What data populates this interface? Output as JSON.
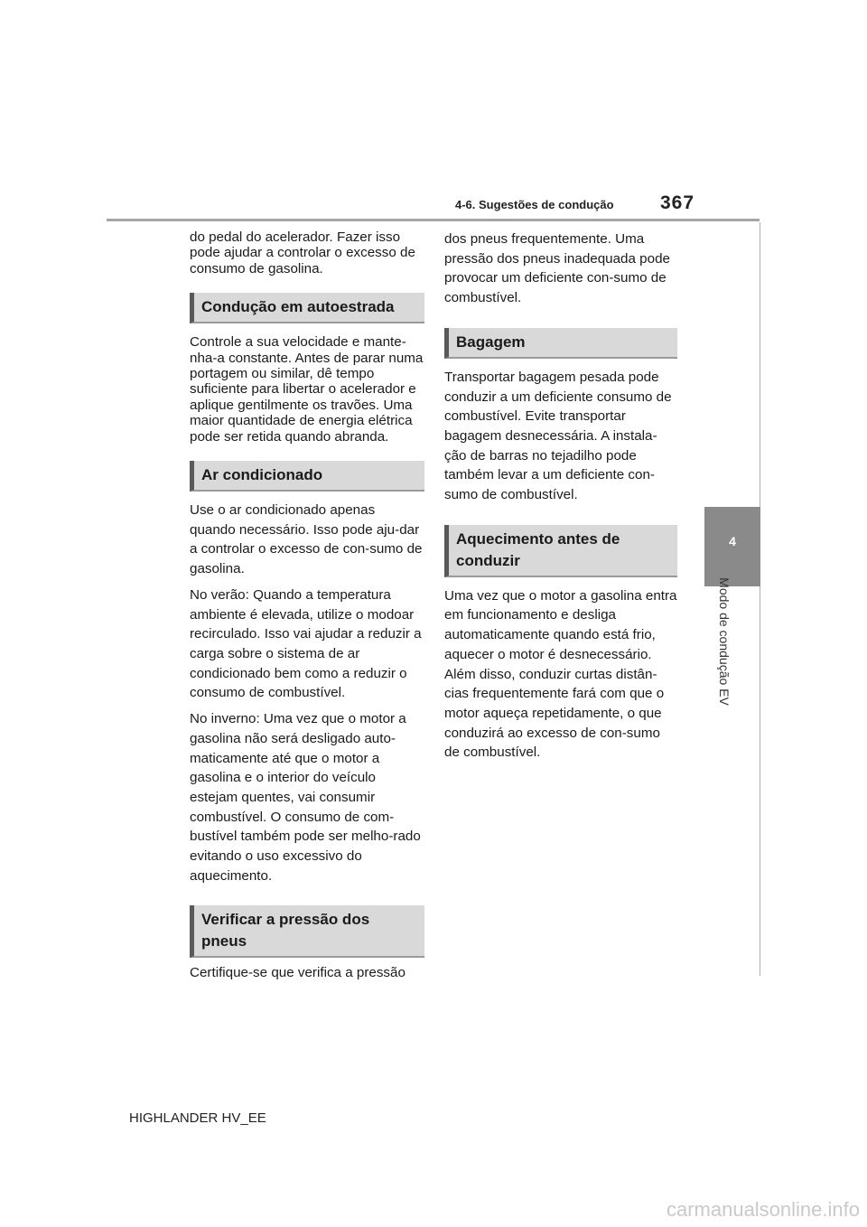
{
  "header": {
    "section": "4-6. Sugestões de condução",
    "page_number": "367"
  },
  "side_tab": {
    "number": "4",
    "label": "Modo de condução EV"
  },
  "left_column": {
    "intro": "do pedal do acelerador. Fazer isso pode ajudar a controlar o excesso de consumo de gasolina.",
    "highway": {
      "heading": "Condução em autoestrada",
      "text": "Controle a sua velocidade e mante-nha-a constante. Antes de parar numa portagem ou similar, dê tempo suficiente para libertar o acelerador e aplique gentilmente os travões. Uma maior quantidade de energia elétrica pode ser retida quando abranda."
    },
    "air_conditioning": {
      "heading": "Ar condicionado",
      "p1": "Use o ar condicionado apenas quando necessário. Isso pode aju-dar a controlar o excesso de con-sumo de gasolina.",
      "p2": "No verão: Quando a temperatura ambiente é elevada, utilize o modoar recirculado. Isso vai ajudar a reduzir a carga sobre o sistema de ar condicionado bem como a reduzir o consumo de combustível.",
      "p3": "No inverno: Uma vez que o motor a gasolina não será desligado auto-maticamente até que o motor a gasolina e o interior do veículo estejam quentes, vai consumir combustível. O consumo de com-bustível também pode ser melho-rado evitando o uso excessivo do aquecimento."
    },
    "tire_pressure": {
      "heading": "Verificar a pressão dos pneus",
      "text": "Certifique-se que verifica a pressão"
    }
  },
  "right_column": {
    "intro": "dos pneus frequentemente. Uma pressão dos pneus inadequada pode provocar um deficiente con-sumo de combustível.",
    "luggage": {
      "heading": "Bagagem",
      "text": "Transportar bagagem pesada pode conduzir a um deficiente consumo de combustível. Evite transportar bagagem desnecessária. A instala-ção de barras no tejadilho pode também levar a um deficiente con-sumo de combustível."
    },
    "warm_up": {
      "heading": "Aquecimento antes de conduzir",
      "text": "Uma vez que o motor a gasolina entra em funcionamento e desliga automaticamente quando está frio, aquecer o motor é desnecessário. Além disso, conduzir curtas distân-cias frequentemente fará com que o motor aqueça repetidamente, o que conduzirá ao excesso de con-sumo de combustível."
    }
  },
  "footer": {
    "model": "HIGHLANDER HV_EE"
  },
  "watermark": "carmanualsonline.info"
}
